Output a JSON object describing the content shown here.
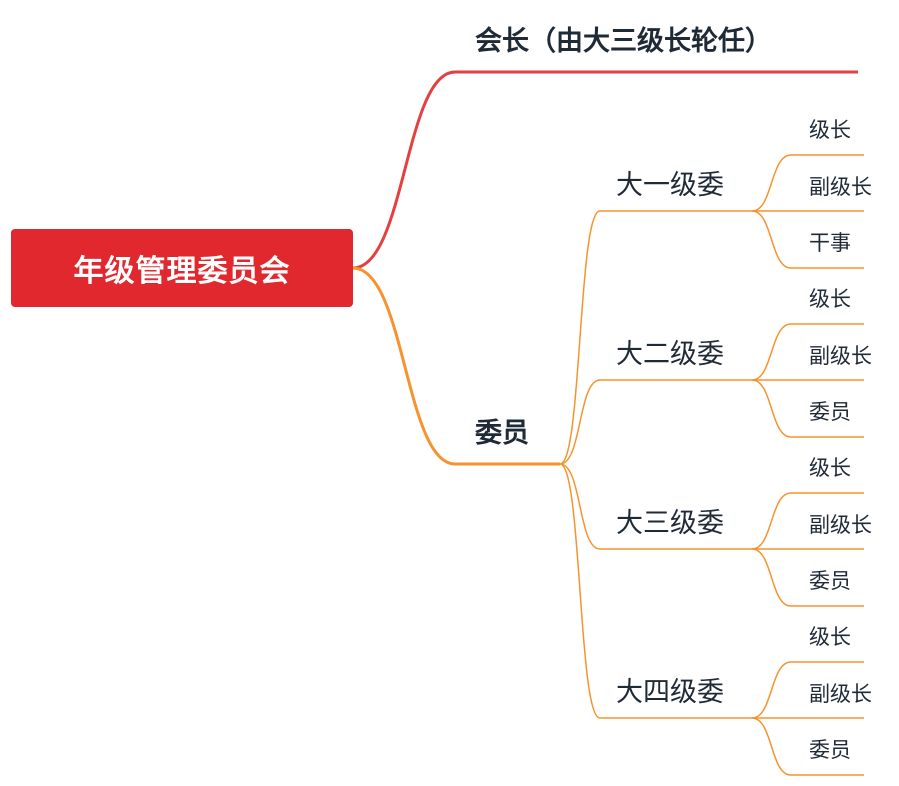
{
  "root": {
    "label": "年级管理委员会"
  },
  "branches": [
    {
      "id": "president",
      "label": "会长（由大三级长轮任）",
      "color": "#e54040"
    },
    {
      "id": "committee",
      "label": "委员",
      "color": "#f7932e"
    }
  ],
  "committees": [
    {
      "label": "大一级委",
      "members": [
        "级长",
        "副级长",
        "干事"
      ]
    },
    {
      "label": "大二级委",
      "members": [
        "级长",
        "副级长",
        "委员"
      ]
    },
    {
      "label": "大三级委",
      "members": [
        "级长",
        "副级长",
        "委员"
      ]
    },
    {
      "label": "大四级委",
      "members": [
        "级长",
        "副级长",
        "委员"
      ]
    }
  ],
  "colors": {
    "root_fill": "#e2282f",
    "president_line": "#e54040",
    "committee_line": "#f7932e"
  }
}
